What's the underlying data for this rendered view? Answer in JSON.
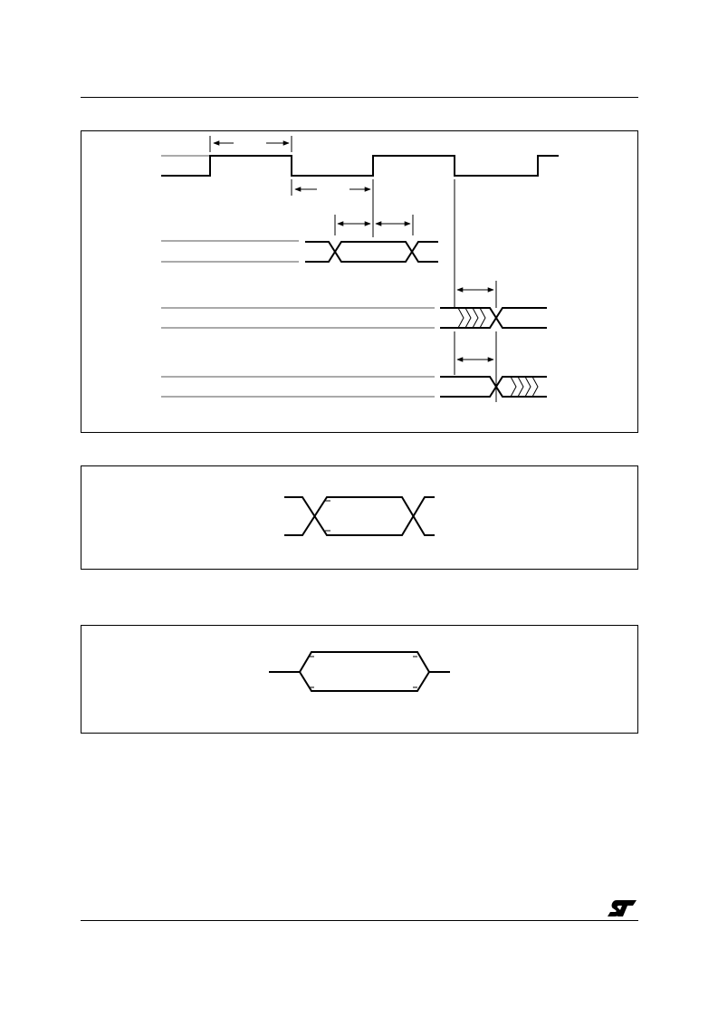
{
  "page": {
    "brand": "ST",
    "logo_icon": "st-logo-icon"
  },
  "figures": [
    {
      "name": "read-timing-waveforms",
      "description_visible_text": ""
    },
    {
      "name": "input-transition-diagram",
      "description_visible_text": ""
    },
    {
      "name": "data-valid-window-diagram",
      "description_visible_text": ""
    }
  ],
  "colors": {
    "ink": "#000000",
    "hairline": "#555555",
    "paper": "#ffffff"
  }
}
